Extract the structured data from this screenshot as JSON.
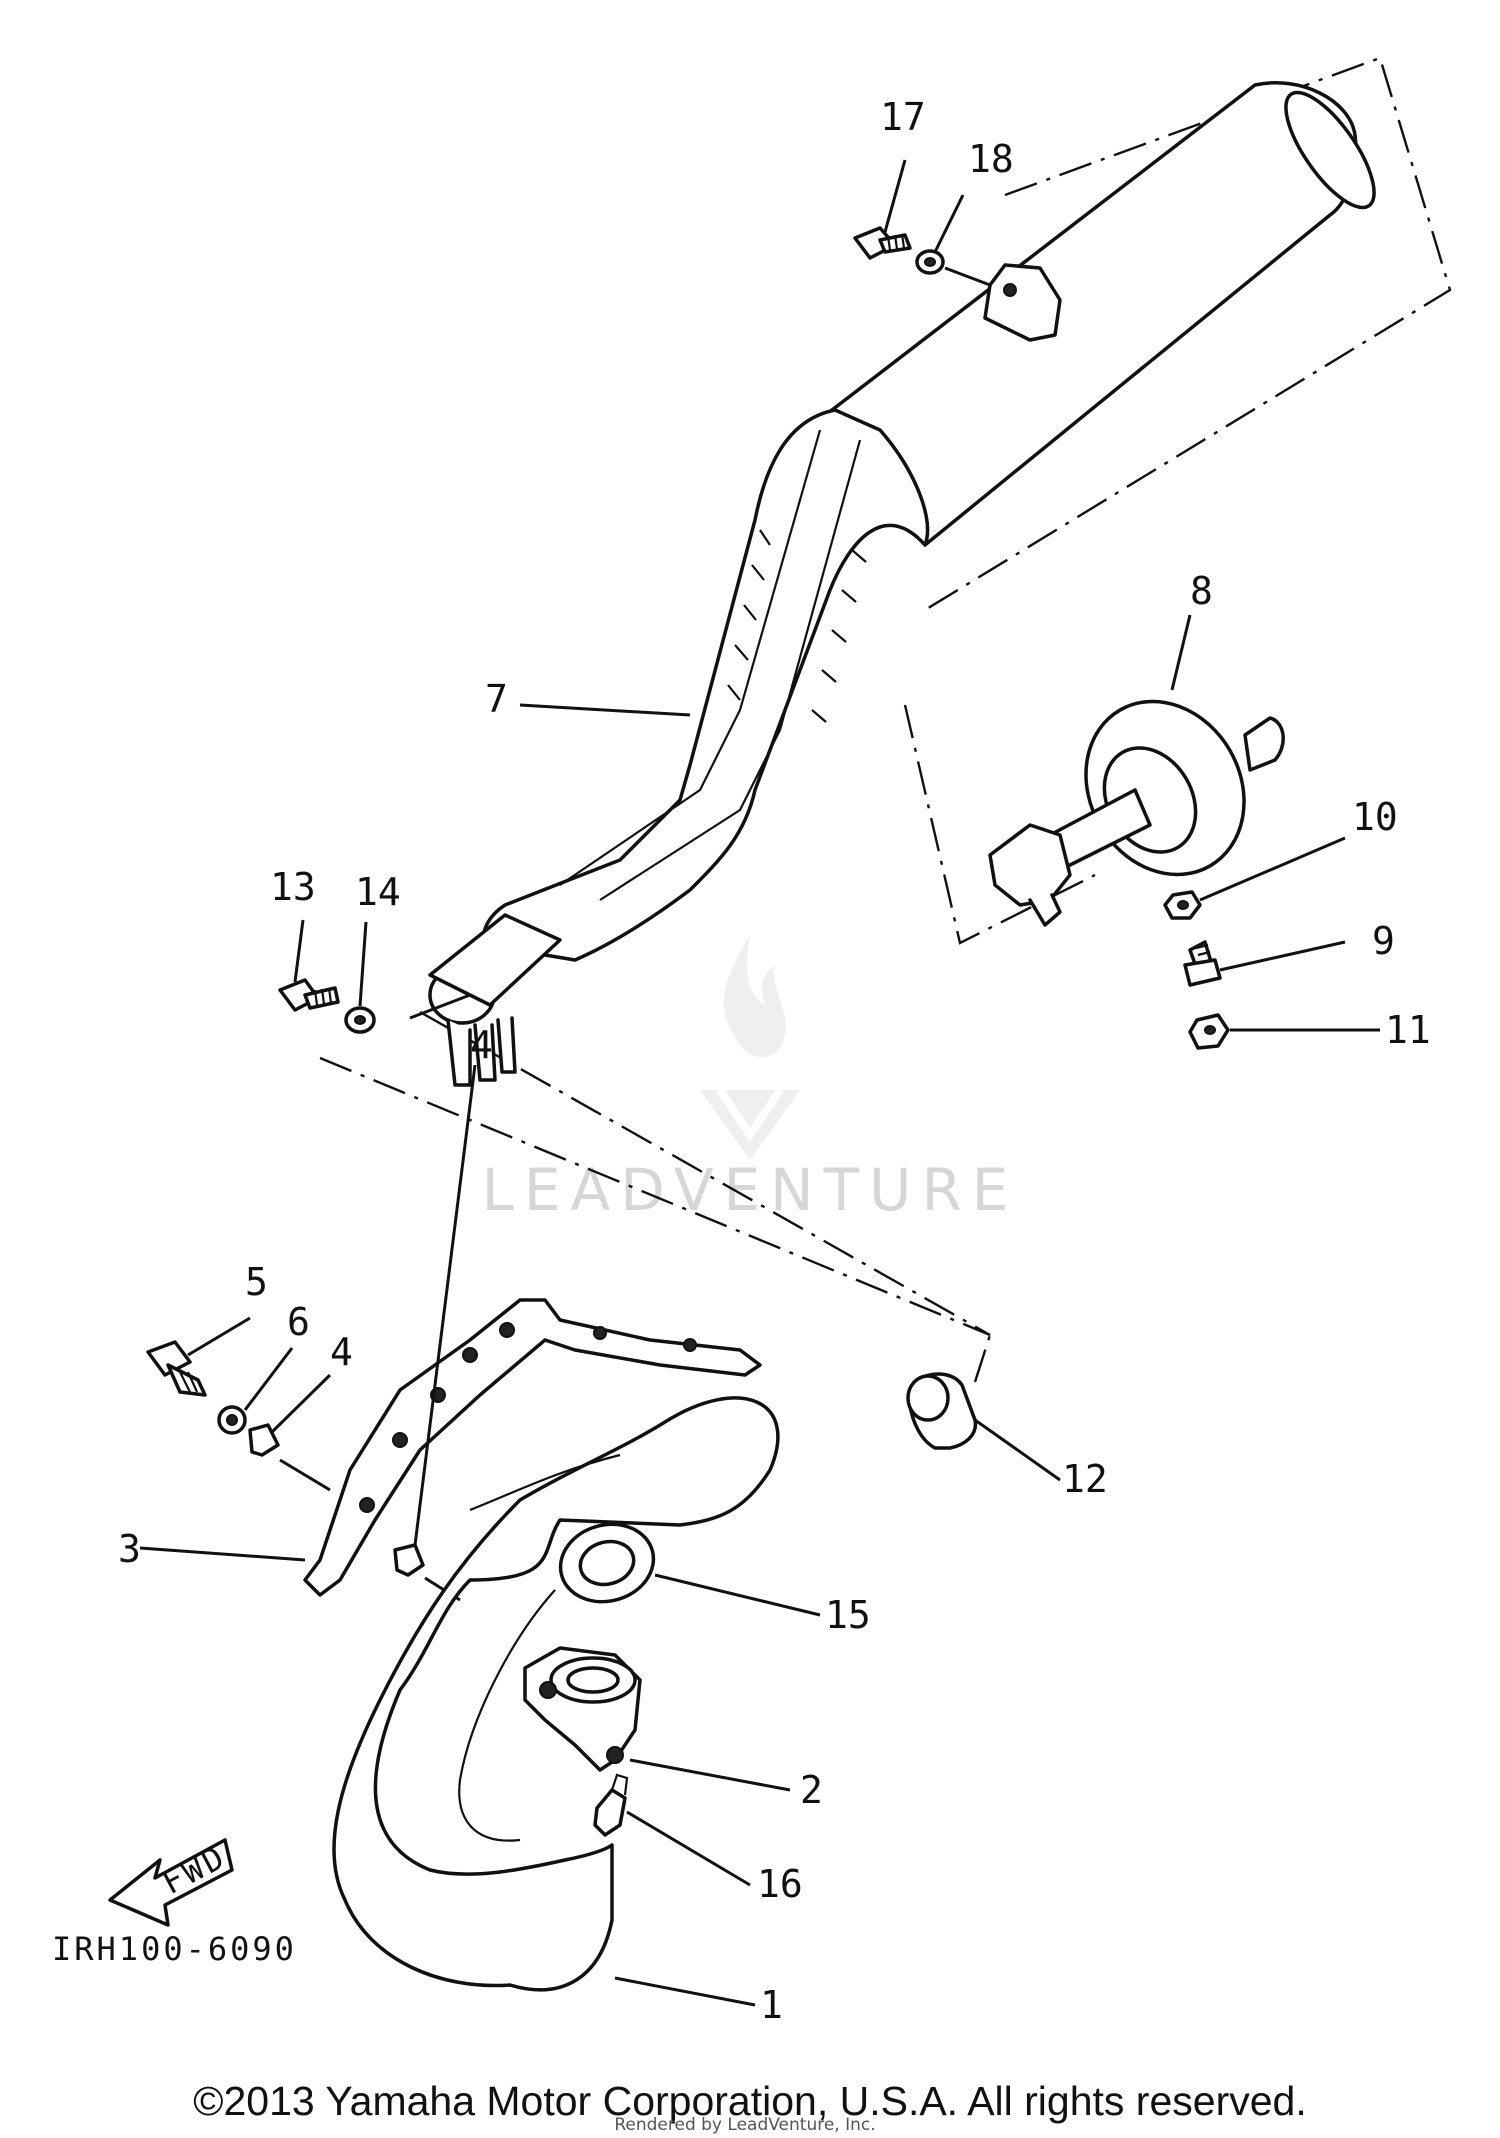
{
  "diagram": {
    "callouts": {
      "p1": "1",
      "p2": "2",
      "p3": "3",
      "p4a": "4",
      "p4b": "4",
      "p5": "5",
      "p6": "6",
      "p7": "7",
      "p8": "8",
      "p9": "9",
      "p10": "10",
      "p11": "11",
      "p12": "12",
      "p13": "13",
      "p14": "14",
      "p15": "15",
      "p16": "16",
      "p17": "17",
      "p18": "18"
    },
    "fwd_label": "FWD",
    "figure_code": "IRH100-6090"
  },
  "watermark": {
    "text": "LEADVENTURE",
    "icon": "flame-logo-icon"
  },
  "footer": {
    "copyright": "©2013 Yamaha Motor Corporation, U.S.A. All rights reserved.",
    "rendered_by": "Rendered by LeadVenture, Inc."
  },
  "colors": {
    "ink": "#111111",
    "background": "#ffffff",
    "watermark": "#d6d6d6"
  }
}
